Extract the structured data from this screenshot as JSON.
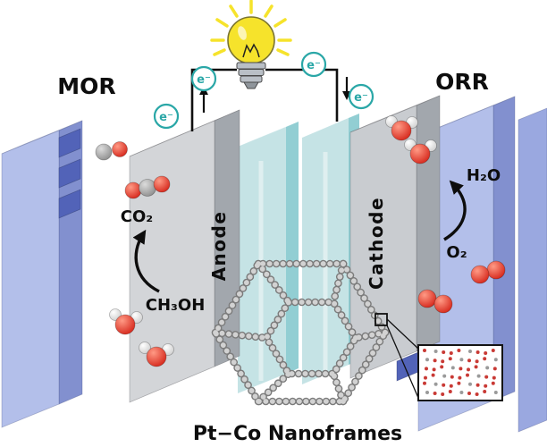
{
  "figure": {
    "caption": "Pt−Co Nanoframes",
    "left_reaction_label": "MOR",
    "right_reaction_label": "ORR",
    "anode_label": "Anode",
    "cathode_label": "Cathode",
    "electron_label": "e⁻",
    "species": {
      "carbon_dioxide": "CO₂",
      "methanol": "CH₃OH",
      "water": "H₂O",
      "oxygen": "O₂"
    }
  },
  "colors": {
    "oxygen_red": "#d6281c",
    "carbon_gray": "#8f8f8f",
    "hydrogen_white": "#f4f4f4",
    "electron_teal": "#2aa7a7",
    "bulb_yellow": "#f6e32b",
    "wire": "#101010",
    "plate_blue": "#b3bfea",
    "plate_blue_dark": "#8290cf",
    "plate_blue_deep": "#5263b8",
    "plate_blue_light": "#d2daf6",
    "slab_gray": "#d3d5d8",
    "slab_gray_side": "#a2a7ad",
    "slab_gray_top": "#e4e6e8",
    "cathode_gray": "#c9ccd0",
    "glass_teal": "#c2e1e4",
    "glass_teal_edge": "#92ced3",
    "glass_teal_top": "#def0f1",
    "bead_light": "#d2d2d2",
    "bead_dark": "#7b7b7b",
    "lattice_red": "#c93a35",
    "lattice_gray": "#9a9a9a"
  }
}
